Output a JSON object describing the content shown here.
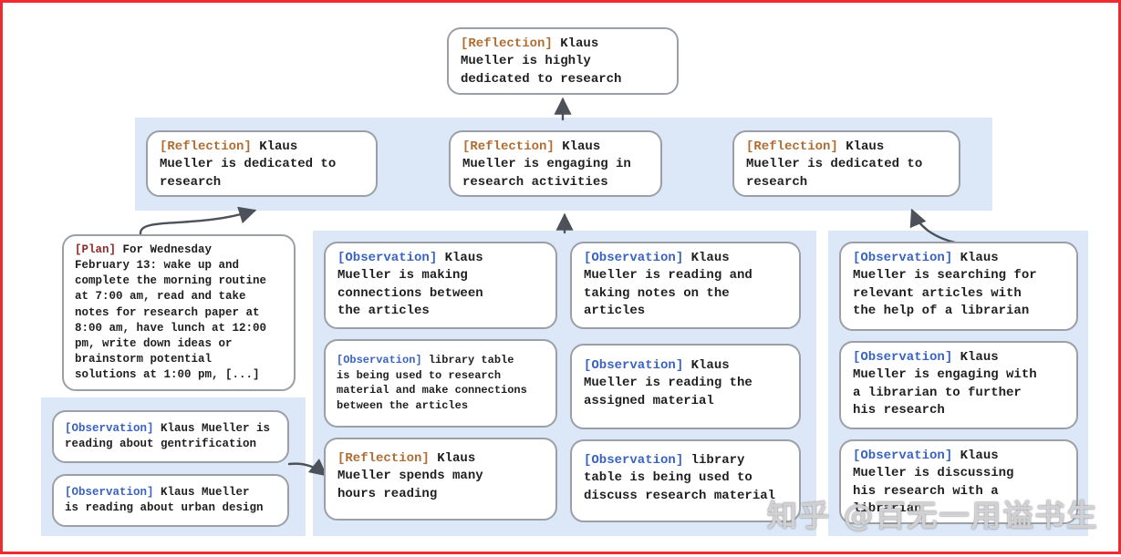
{
  "colors": {
    "frame": "#ee2b2f",
    "panel_blue": "#dce8f7",
    "node_border_gray": "#9aa0a6",
    "reflection_tag": "#b06d33",
    "observation_tag": "#3a63c1",
    "plan_tag": "#8f2b2b",
    "arrow": "#4d525a"
  },
  "watermark": "知乎 @百无一用谥书生",
  "nodes": {
    "root": {
      "tag": "[Reflection]",
      "text": " Klaus\nMueller is highly\ndedicated to research"
    },
    "l2_left": {
      "tag": "[Reflection]",
      "text": " Klaus\nMueller is dedicated to\nresearch"
    },
    "l2_mid": {
      "tag": "[Reflection]",
      "text": " Klaus\nMueller is engaging in\nresearch activities"
    },
    "l2_right": {
      "tag": "[Reflection]",
      "text": " Klaus\nMueller is dedicated to\nresearch"
    },
    "plan": {
      "tag": "[Plan]",
      "text": " For Wednesday\nFebruary 13: wake up and\ncomplete the morning routine\nat 7:00 am, read and take\nnotes for research paper at\n8:00 am, have lunch at 12:00\npm, write down ideas or\nbrainstorm potential\nsolutions at 1:00 pm, [...]"
    },
    "ll_obs1": {
      "tag": "[Observation]",
      "text": " Klaus Mueller is\nreading about gentrification"
    },
    "ll_obs2": {
      "tag": "[Observation]",
      "text": " Klaus Mueller\nis reading about urban design"
    },
    "mc1_b1": {
      "tag": "[Observation]",
      "text": " Klaus\nMueller is making\nconnections between\nthe articles"
    },
    "mc1_b2": {
      "tag": "[Observation]",
      "text": " library table\nis being used to research\nmaterial and make connections\nbetween the articles"
    },
    "mc1_b3": {
      "tag": "[Reflection]",
      "text": " Klaus\nMueller spends many\nhours reading"
    },
    "mc2_b1": {
      "tag": "[Observation]",
      "text": " Klaus\nMueller is reading and\ntaking notes on the\narticles"
    },
    "mc2_b2": {
      "tag": "[Observation]",
      "text": " Klaus\nMueller is reading the\nassigned material"
    },
    "mc2_b3": {
      "tag": "[Observation]",
      "text": " library\ntable is being used to\ndiscuss research material"
    },
    "rc_b1": {
      "tag": "[Observation]",
      "text": " Klaus\nMueller is searching for\nrelevant articles with\nthe help of a librarian"
    },
    "rc_b2": {
      "tag": "[Observation]",
      "text": " Klaus\nMueller is engaging with\na librarian to further\nhis research"
    },
    "rc_b3": {
      "tag": "[Observation]",
      "text": " Klaus\nMueller is discussing\nhis research with a\nlibrarian"
    }
  }
}
